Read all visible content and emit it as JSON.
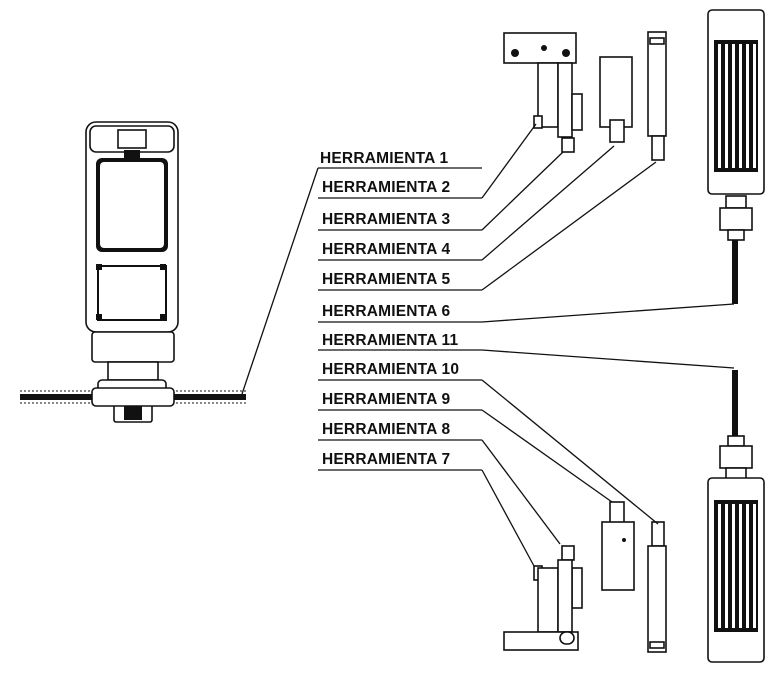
{
  "labels": [
    {
      "name": "HERRAMIENTA",
      "number": "1"
    },
    {
      "name": "HERRAMIENTA",
      "number": "2"
    },
    {
      "name": "HERRAMIENTA",
      "number": "3"
    },
    {
      "name": "HERRAMIENTA",
      "number": "4"
    },
    {
      "name": "HERRAMIENTA",
      "number": "5"
    },
    {
      "name": "HERRAMIENTA",
      "number": "6"
    },
    {
      "name": "HERRAMIENTA",
      "number": "11"
    },
    {
      "name": "HERRAMIENTA",
      "number": "10"
    },
    {
      "name": "HERRAMIENTA",
      "number": "9"
    },
    {
      "name": "HERRAMIENTA",
      "number": "8"
    },
    {
      "name": "HERRAMIENTA",
      "number": "7"
    }
  ]
}
